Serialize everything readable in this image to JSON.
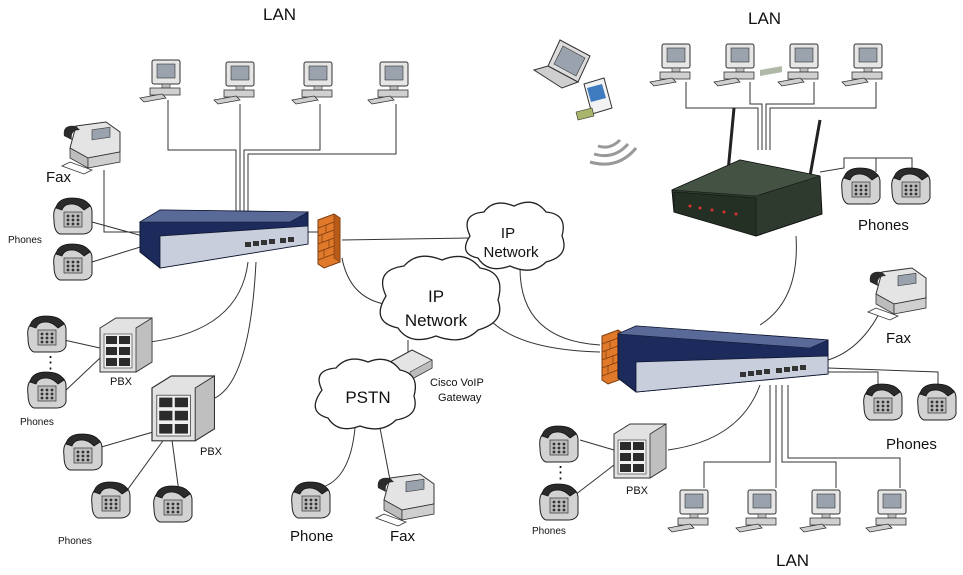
{
  "labels": {
    "lan_top_left": "LAN",
    "lan_top_right": "LAN",
    "lan_bottom_right": "LAN",
    "fax_left": "Fax",
    "fax_right": "Fax",
    "fax_bottom": "Fax",
    "phones_left": "Phones",
    "phones_pbx1": "Phones",
    "phones_pbx2": "Phones",
    "phones_right_top": "Phones",
    "phones_right_mid": "Phones",
    "phones_right_pbx": "Phones",
    "pbx_1": "PBX",
    "pbx_2": "PBX",
    "pbx_3": "PBX",
    "ip_network_top_line1": "IP",
    "ip_network_top_line2": "Network",
    "ip_network_center_line1": "IP",
    "ip_network_center_line2": "Network",
    "pstn": "PSTN",
    "gateway_line1": "Cisco VoIP",
    "gateway_line2": "Gateway",
    "phone_bottom": "Phone"
  },
  "colors": {
    "router_body": "#1d2b5c",
    "router_front": "#c9cedc",
    "firewall": "#e07a2a",
    "wifi_router": "#2e3a2e",
    "equipment_grey": "#d8d8d8"
  }
}
